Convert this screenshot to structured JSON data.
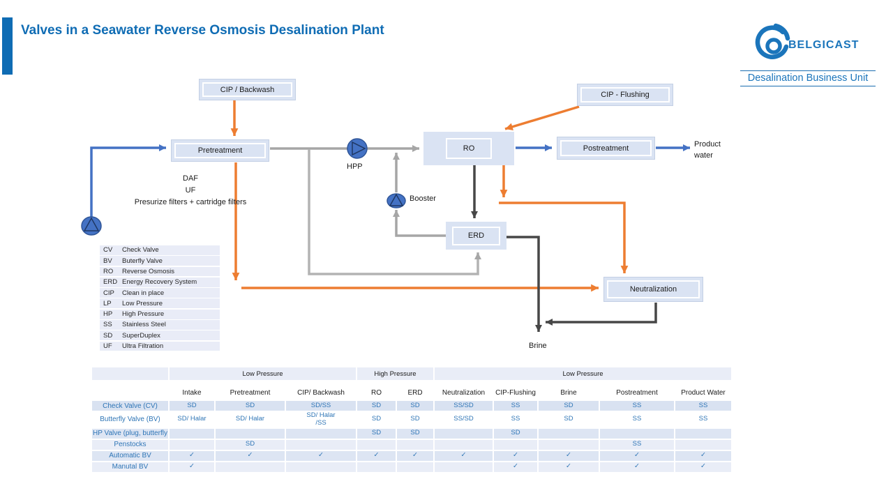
{
  "header": {
    "title": "Valves in a Seawater Reverse Osmosis Desalination Plant",
    "brand": "BELGICAST",
    "business_unit": "Desalination Business Unit"
  },
  "diagram": {
    "boxes": {
      "cip_backwash": "CIP / Backwash",
      "pretreatment": "Pretreatment",
      "cip_flushing": "CIP - Flushing",
      "ro": "RO",
      "postreatment": "Postreatment",
      "erd": "ERD",
      "neutralization": "Neutralization"
    },
    "labels": {
      "hpp": "HPP",
      "booster": "Booster",
      "brine": "Brine",
      "product_water": "Product water",
      "pretreatment_note_line1": "DAF",
      "pretreatment_note_line2": "UF",
      "pretreatment_note_line3": "Presurize filters + cartridge filters"
    },
    "colors": {
      "accent_blue": "#0f6cb4",
      "flow_blue": "#4472c4",
      "flow_orange": "#ed7d31",
      "flow_gray": "#a6a6a6",
      "flow_dark": "#474747",
      "pump_fill": "#4472c4",
      "box_fill": "#dae3f3"
    }
  },
  "legend": {
    "rows": [
      {
        "abbr": "CV",
        "label": "Check Valve"
      },
      {
        "abbr": "BV",
        "label": "Buterfly Valve"
      },
      {
        "abbr": "RO",
        "label": "Reverse Osmosis"
      },
      {
        "abbr": "ERD",
        "label": "Energy Recovery System"
      },
      {
        "abbr": "CIP",
        "label": "Clean in place"
      },
      {
        "abbr": "LP",
        "label": "Low Pressure"
      },
      {
        "abbr": "HP",
        "label": "High Pressure"
      },
      {
        "abbr": "SS",
        "label": "Stainless Steel"
      },
      {
        "abbr": "SD",
        "label": "SuperDuplex"
      },
      {
        "abbr": "UF",
        "label": "Ultra Filtration"
      }
    ]
  },
  "valve_table": {
    "group_headers": [
      {
        "label": "Low Pressure",
        "span": 3
      },
      {
        "label": "High Pressure",
        "span": 2
      },
      {
        "label": "Low Pressure",
        "span": 5
      }
    ],
    "columns": [
      "Intake",
      "Pretreatment",
      "CIP/ Backwash",
      "RO",
      "ERD",
      "Neutralization",
      "CIP-Flushing",
      "Brine",
      "Postreatment",
      "Product Water"
    ],
    "rows": [
      {
        "label": "Check Valve (CV)",
        "cells": [
          "SD",
          "SD",
          "SD/SS",
          "SD",
          "SD",
          "SS/SD",
          "SS",
          "SD",
          "SS",
          "SS"
        ]
      },
      {
        "label": "Butterfly Valve (BV)",
        "cells": [
          "SD/ Halar",
          "SD/ Halar",
          "SD/ Halar\n/SS",
          "SD",
          "SD",
          "SS/SD",
          "SS",
          "SD",
          "SS",
          "SS"
        ]
      },
      {
        "label": "HP Valve (plug, butterfly",
        "cells": [
          "",
          "",
          "",
          "SD",
          "SD",
          "",
          "SD",
          "",
          "",
          ""
        ]
      },
      {
        "label": "Penstocks",
        "cells": [
          "",
          "SD",
          "",
          "",
          "",
          "",
          "",
          "",
          "SS",
          ""
        ]
      },
      {
        "label": "Automatic BV",
        "cells": [
          "✓",
          "✓",
          "✓",
          "✓",
          "✓",
          "✓",
          "✓",
          "✓",
          "✓",
          "✓"
        ]
      },
      {
        "label": "Manutal BV",
        "cells": [
          "✓",
          "",
          "",
          "",
          "",
          "",
          "✓",
          "✓",
          "✓",
          "✓"
        ]
      }
    ]
  }
}
